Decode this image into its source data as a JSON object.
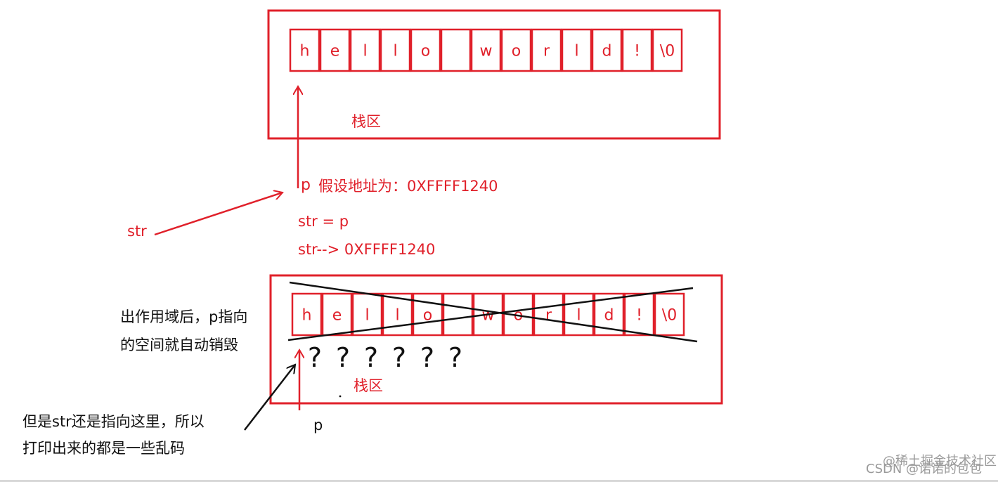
{
  "colors": {
    "ink_red": "#e0202a",
    "ink_black": "#111111",
    "watermark": "#9a9a9a"
  },
  "top_frame": {
    "cells": [
      "h",
      "e",
      "l",
      "l",
      "o",
      "",
      "w",
      "o",
      "r",
      "l",
      "d",
      "!",
      "\\0"
    ],
    "region_label": "栈区"
  },
  "annotations": {
    "p_label": "p",
    "address_note": "假设地址为：0XFFFF1240",
    "str_label": "str",
    "assign_line": "str = p",
    "points_line": "str--> 0XFFFF1240"
  },
  "bottom_frame": {
    "cells": [
      "h",
      "e",
      "l",
      "l",
      "o",
      "",
      "w",
      "o",
      "r",
      "l",
      "d",
      "!",
      "\\0"
    ],
    "garbage_marks": [
      "?",
      "?",
      "?",
      "?",
      "?",
      "?"
    ],
    "region_label": "栈区",
    "p_label": "p"
  },
  "notes": {
    "scope_line1": "出作用域后，p指向",
    "scope_line2": "的空间就自动销毁",
    "still_line1": "但是str还是指向这里，所以",
    "still_line2": "打印出来的都是一些乱码"
  },
  "watermark": {
    "line1": "@稀土掘金技术社区",
    "line2": "CSDN @诺诺的包包"
  }
}
